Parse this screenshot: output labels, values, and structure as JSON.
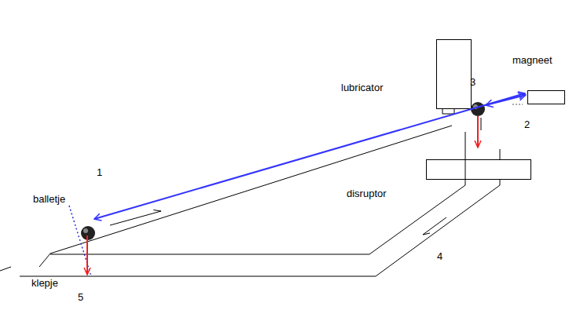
{
  "diagram": {
    "labels": [
      "lubricator",
      "3",
      "magneet",
      "2",
      "1",
      "disruptor",
      "balletje",
      "4",
      "klepje",
      "5"
    ]
  }
}
